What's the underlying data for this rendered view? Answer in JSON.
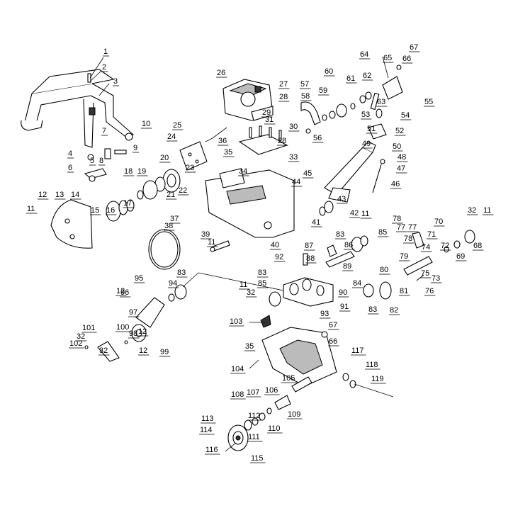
{
  "labels": [
    "1",
    "2",
    "3",
    "4",
    "5",
    "6",
    "7",
    "8",
    "9",
    "10",
    "11",
    "12",
    "13",
    "14",
    "15",
    "16",
    "17",
    "18",
    "19",
    "20",
    "21",
    "22",
    "23",
    "24",
    "25",
    "26",
    "27",
    "28",
    "29",
    "30",
    "31",
    "32",
    "33",
    "34",
    "35",
    "36",
    "37",
    "38",
    "39",
    "40",
    "41",
    "42",
    "43",
    "44",
    "45",
    "46",
    "47",
    "48",
    "49",
    "50",
    "51",
    "52",
    "53",
    "54",
    "55",
    "56",
    "57",
    "58",
    "59",
    "60",
    "61",
    "62",
    "63",
    "64",
    "65",
    "66",
    "67",
    "68",
    "69",
    "70",
    "71",
    "72",
    "73",
    "74",
    "75",
    "76",
    "77",
    "78",
    "79",
    "80",
    "81",
    "82",
    "83",
    "84",
    "85",
    "86",
    "87",
    "88",
    "89",
    "90",
    "91",
    "92",
    "93",
    "94",
    "95",
    "96",
    "97",
    "98",
    "99",
    "100",
    "101",
    "102",
    "103",
    "104",
    "105",
    "106",
    "107",
    "108",
    "109",
    "110",
    "111",
    "112",
    "113",
    "114",
    "115",
    "116",
    "117",
    "118",
    "119"
  ],
  "duplicate_labels": [
    "11",
    "11",
    "11",
    "11",
    "12",
    "12",
    "12",
    "28",
    "32",
    "32",
    "32",
    "35",
    "66",
    "67",
    "77",
    "78",
    "83",
    "83",
    "83",
    "85"
  ]
}
